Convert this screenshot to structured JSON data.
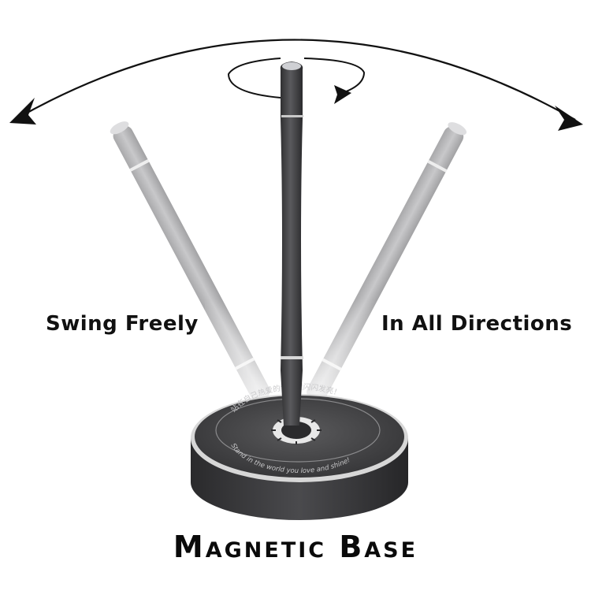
{
  "labels": {
    "left": "Swing Freely",
    "right": "In All Directions"
  },
  "title": "Magnetic Base",
  "base_inscription": {
    "top_text": "站在自己热爱的世界里闪闪发亮！",
    "bottom_text": "Stand in the world you love and shine!"
  },
  "colors": {
    "pen_dark": "#4a4a4c",
    "pen_faded": "#b8b8ba",
    "base": "#3c3c3e",
    "ring": "#d9d9d9",
    "text": "#111111"
  },
  "icons": [
    "swing-arc-arrow-icon",
    "rotation-arrow-icon",
    "sun-emblem-icon"
  ]
}
